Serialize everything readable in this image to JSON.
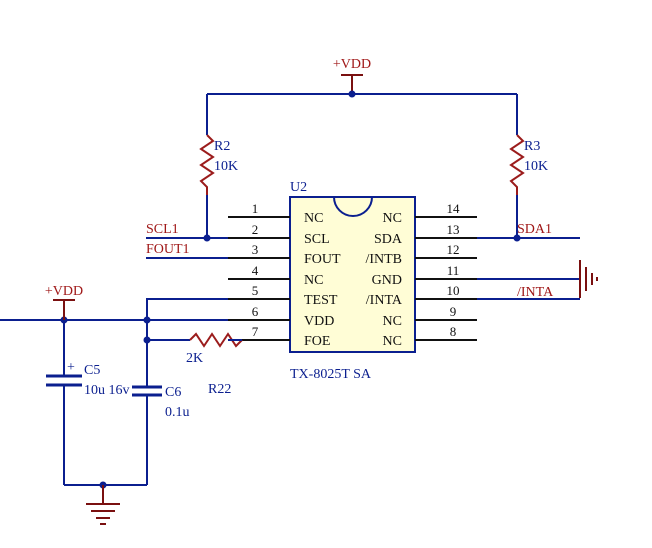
{
  "colors": {
    "wire": "#0b1f8f",
    "resistor": "#9b1c1c",
    "net_label": "#a01818",
    "ic_fill": "#fffdd6",
    "pin": "#111111"
  },
  "power": {
    "top_vdd": "+VDD",
    "left_vdd": "+VDD"
  },
  "resistors": {
    "r2": {
      "designator": "R2",
      "value": "10K"
    },
    "r3": {
      "designator": "R3",
      "value": "10K"
    },
    "r22": {
      "designator": "R22",
      "value": "2K"
    }
  },
  "capacitors": {
    "c5": {
      "designator": "C5",
      "value": "10u 16v",
      "polarity": "+"
    },
    "c6": {
      "designator": "C6",
      "value": "0.1u"
    }
  },
  "ic": {
    "designator": "U2",
    "part": "TX-8025T SA",
    "left_pins": [
      {
        "num": "1",
        "name": "NC"
      },
      {
        "num": "2",
        "name": "SCL"
      },
      {
        "num": "3",
        "name": "FOUT"
      },
      {
        "num": "4",
        "name": "NC"
      },
      {
        "num": "5",
        "name": "TEST"
      },
      {
        "num": "6",
        "name": "VDD"
      },
      {
        "num": "7",
        "name": "FOE"
      }
    ],
    "right_pins": [
      {
        "num": "14",
        "name": "NC"
      },
      {
        "num": "13",
        "name": "SDA"
      },
      {
        "num": "12",
        "name": "/INTB"
      },
      {
        "num": "11",
        "name": "GND"
      },
      {
        "num": "10",
        "name": "/INTA"
      },
      {
        "num": "9",
        "name": "NC"
      },
      {
        "num": "8",
        "name": "NC"
      }
    ]
  },
  "nets": {
    "scl": "SCL1",
    "fout": "FOUT1",
    "sda": "SDA1",
    "inta": "/INTA"
  }
}
